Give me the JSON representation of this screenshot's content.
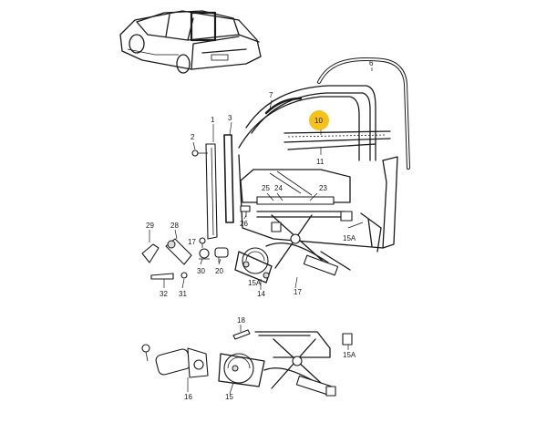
{
  "callouts": {
    "c1": "1",
    "c2": "2",
    "c3": "3",
    "c6": "6",
    "c7": "7",
    "c10": "10",
    "c11": "11",
    "c14": "14",
    "c15a_top": "15A",
    "c15a_mid": "15A",
    "c15a_low": "15A",
    "c15": "15",
    "c16": "16",
    "c17_left": "17",
    "c17_right": "17",
    "c18": "18",
    "c20": "20",
    "c23": "23",
    "c24": "24",
    "c25": "25",
    "c26": "26",
    "c28": "28",
    "c29": "29",
    "c30": "30",
    "c31": "31",
    "c32": "32"
  },
  "highlight": {
    "part": "10",
    "color": "#f6c21a"
  }
}
